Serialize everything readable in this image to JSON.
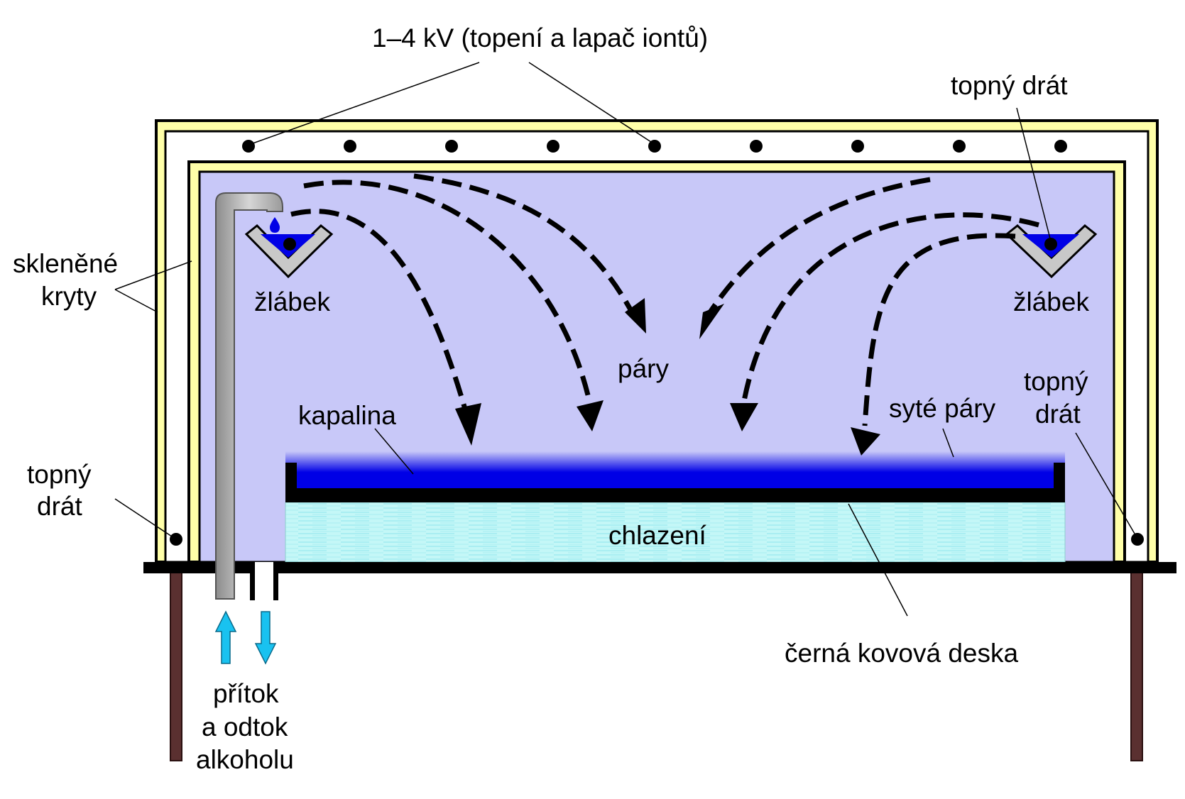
{
  "labels": {
    "voltage": "1–4 kV (topení a lapač iontů)",
    "wire_top_right": "topný drát",
    "glass_covers_line1": "skleněné",
    "glass_covers_line2": "kryty",
    "trough_left": "žlábek",
    "trough_right": "žlábek",
    "vapors": "páry",
    "liquid": "kapalina",
    "saturated_vapors": "syté páry",
    "wire_right_line1": "topný",
    "wire_right_line2": "drát",
    "wire_left_line1": "topný",
    "wire_left_line2": "drát",
    "cooling": "chlazení",
    "black_plate": "černá kovová deska",
    "flow_line1": "přítok",
    "flow_line2": "a odtok",
    "flow_line3": "alkoholu"
  },
  "colors": {
    "chamber": "#c8c8f8",
    "glass": "#ffffa8",
    "liquid": "#0000e6",
    "cooling": "#bff5f5",
    "flow_arrow": "#19c2f0",
    "trough": "#c8c8c8",
    "pipe": "#b4b4b4",
    "legs": "#5a3030",
    "outline": "#000000"
  }
}
